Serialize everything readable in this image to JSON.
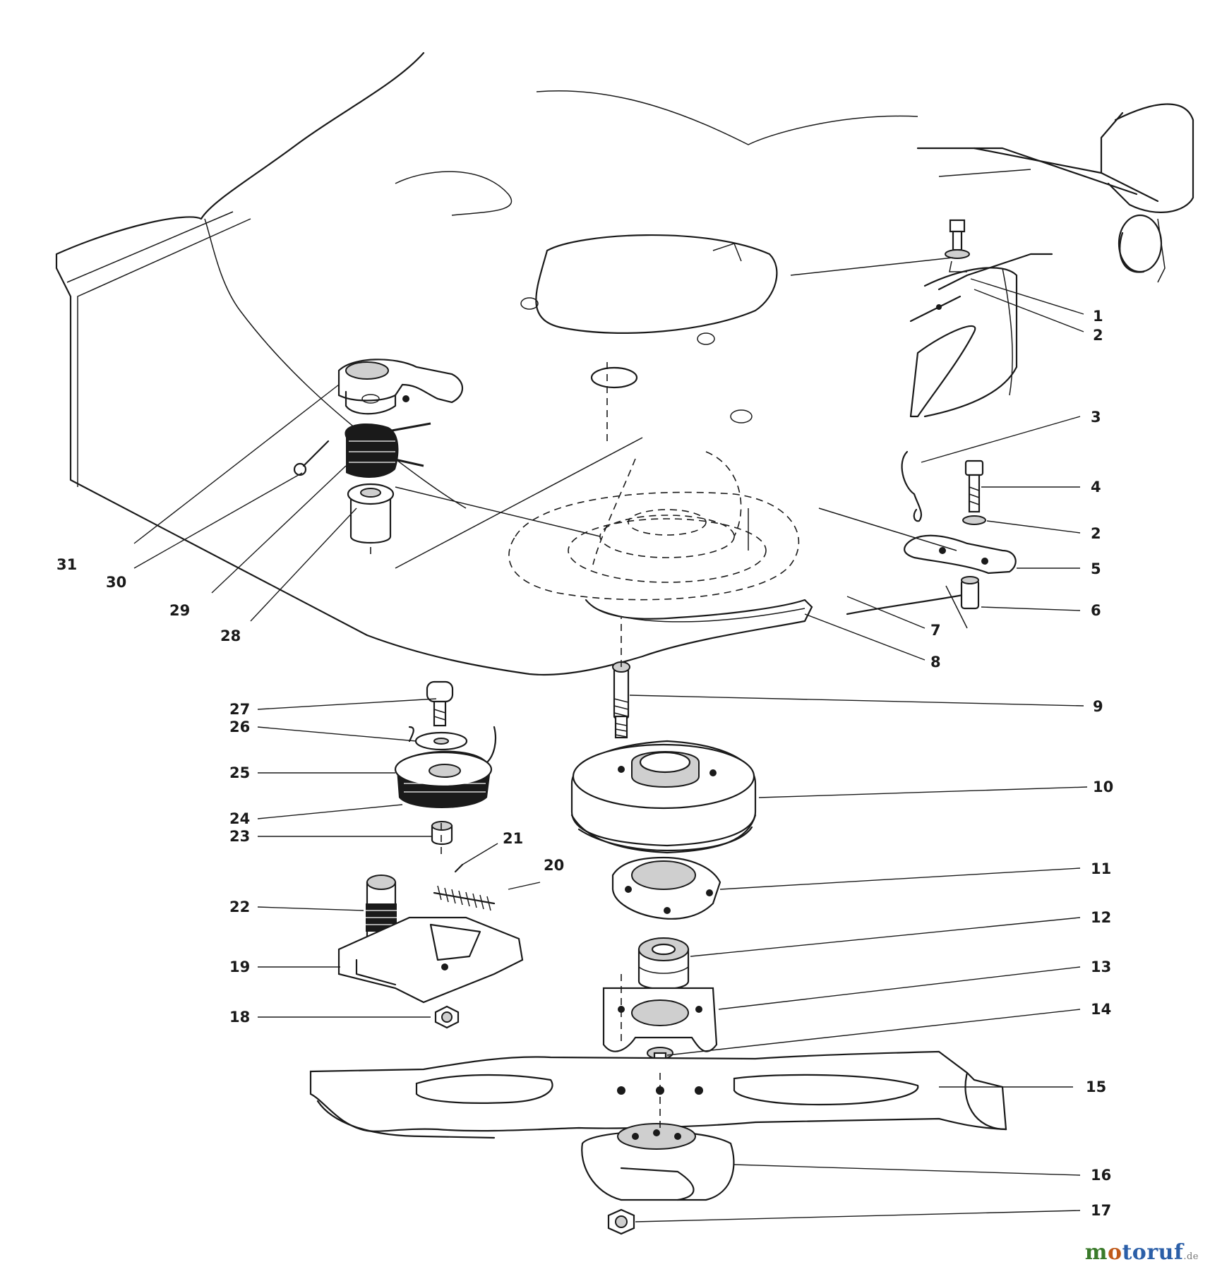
{
  "diagram": {
    "part_labels": [
      "1",
      "2",
      "3",
      "4",
      "2",
      "5",
      "6",
      "7",
      "8",
      "9",
      "10",
      "11",
      "12",
      "13",
      "14",
      "15",
      "16",
      "17",
      "18",
      "19",
      "20",
      "21",
      "22",
      "23",
      "24",
      "25",
      "26",
      "27",
      "28",
      "29",
      "30",
      "31"
    ]
  },
  "watermark": {
    "text_a": "m",
    "text_b": "o",
    "text_c": "toruf",
    "suffix": ".de"
  }
}
